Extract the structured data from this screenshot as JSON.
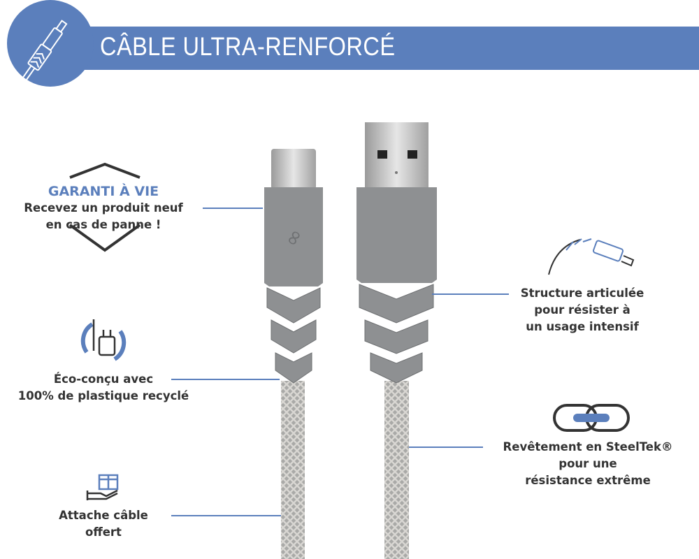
{
  "header": {
    "title": "CÂBLE ULTRA-RENFORCÉ"
  },
  "features_left": [
    {
      "title": "GARANTI À VIE",
      "lines": [
        "Recevez un produit neuf",
        "en cas de panne !"
      ],
      "icon": "shield-icon"
    },
    {
      "lines": [
        "Éco-conçu avec",
        "100% de plastique recyclé"
      ],
      "icon": "recycle-charger-icon"
    },
    {
      "lines": [
        "Attache câble",
        "offert"
      ],
      "icon": "gift-hand-icon"
    }
  ],
  "features_right": [
    {
      "lines": [
        "Structure articulée",
        "pour résister à",
        "un usage intensif"
      ],
      "icon": "articulated-cable-icon"
    },
    {
      "lines": [
        "Revêtement en SteelTek®",
        "pour une",
        "résistance extrême"
      ],
      "icon": "chain-link-icon"
    }
  ],
  "colors": {
    "accent": "#5b7fbc",
    "text": "#333333",
    "cable": "#8e9092"
  }
}
